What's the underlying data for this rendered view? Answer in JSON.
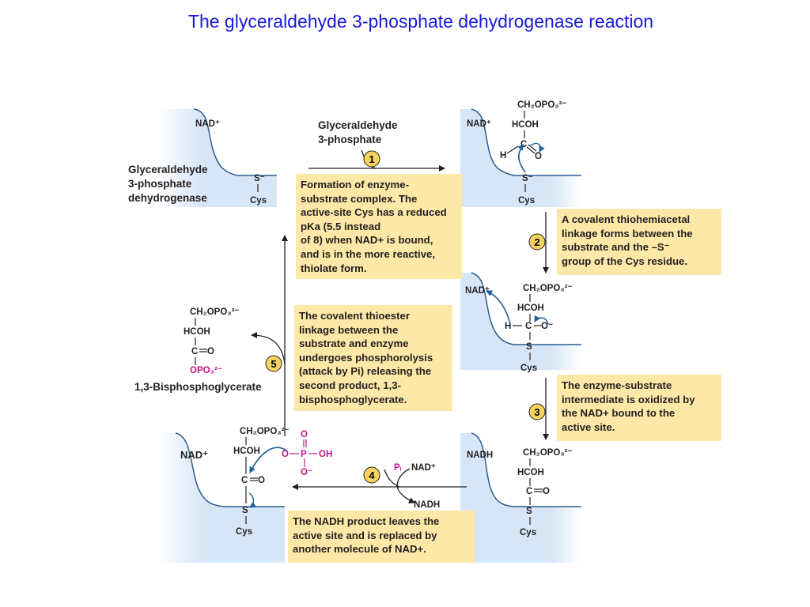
{
  "title": "The glyceraldehyde 3-phosphate dehydrogenase reaction",
  "enzyme_label": [
    "Glyceraldehyde",
    "3-phosphate",
    "dehydrogenase"
  ],
  "substrate_label": [
    "Glyceraldehyde",
    "3-phosphate"
  ],
  "product_label": "1,3-Bisphosphoglycerate",
  "steps": [
    {
      "num": "1",
      "text": [
        "Formation of enzyme-",
        "substrate complex. The",
        "active-site Cys has a reduced",
        "pKa (5.5 instead",
        "of 8) when NAD+ is bound,",
        "and is in the more reactive,",
        "thiolate form."
      ]
    },
    {
      "num": "2",
      "text": [
        "A covalent thiohemiacetal",
        "linkage forms between the",
        "substrate and the –S⁻",
        "group of the Cys residue."
      ]
    },
    {
      "num": "3",
      "text": [
        "The enzyme-substrate",
        "intermediate is oxidized by",
        "the NAD+ bound to the",
        "active site."
      ]
    },
    {
      "num": "4",
      "text": [
        "The NADH product leaves the",
        "active site and is replaced by",
        "another molecule of NAD+."
      ]
    },
    {
      "num": "5",
      "text": [
        "The covalent thioester",
        "linkage between the",
        "substrate and enzyme",
        "undergoes phosphorolysis",
        "(attack by Pi) releasing the",
        "second product, 1,3-",
        "bisphosphoglycerate."
      ]
    }
  ],
  "chem": {
    "nad_plus": "NAD⁺",
    "nadh": "NADH",
    "cys": "Cys",
    "s_minus": "S⁻",
    "s": "S",
    "ch2opo3": "CH₂OPO₃²⁻",
    "hcoh": "HCOH",
    "c": "C",
    "o": "O",
    "h": "H",
    "o_minus": "O⁻",
    "oh": "OH",
    "p": "P",
    "pi": "Pᵢ",
    "opo3": "OPO₃²⁻"
  },
  "colors": {
    "title": "#1a1adc",
    "box": "#fde8a8",
    "surface": "#d7e6f6",
    "phosphate": "#c0148c",
    "curved_arrow": "#1a5e96",
    "step_circle": "#f7d35e"
  }
}
